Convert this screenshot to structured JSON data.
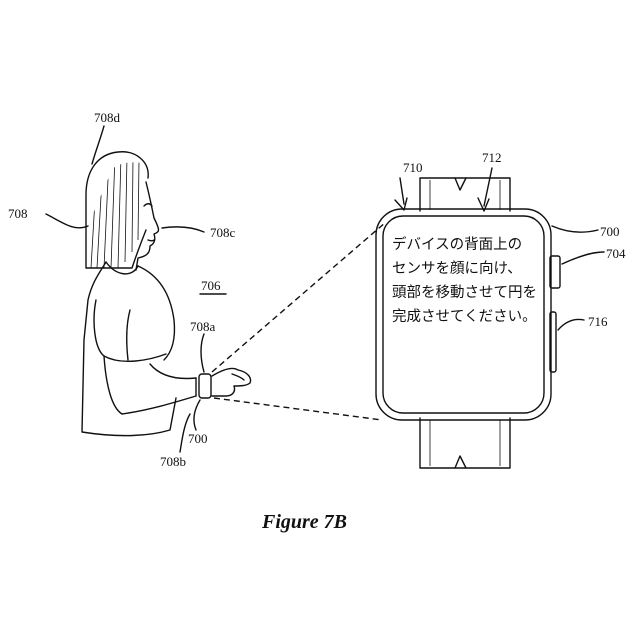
{
  "labels": {
    "head": "708d",
    "hair": "708",
    "face": "708c",
    "environment": "706",
    "wrist": "708a",
    "watch_on_wrist": "700",
    "arm": "708b",
    "display_corner": "710",
    "band_top": "712",
    "watch": "700",
    "crown": "704",
    "side_button": "716"
  },
  "screen": {
    "lines": [
      "デバイスの背面上の",
      "センサを顔に向け、",
      "頭部を移動させて円を",
      "完成させてください。"
    ]
  },
  "caption": "Figure 7B"
}
